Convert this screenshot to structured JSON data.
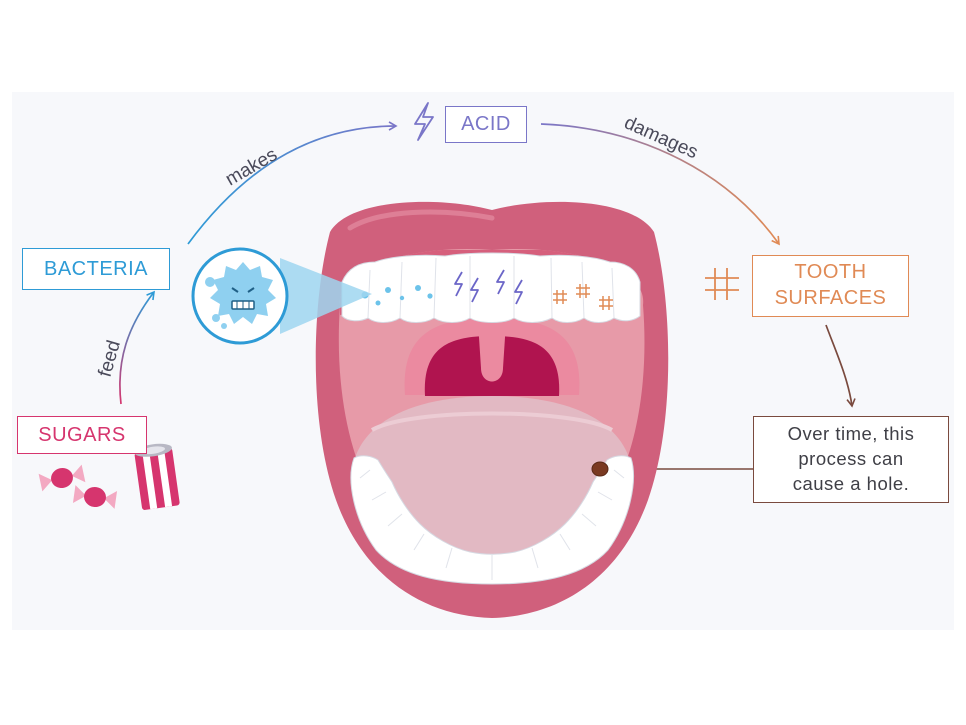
{
  "nodes": {
    "bacteria": "BACTERIA",
    "sugars": "SUGARS",
    "acid": "ACID",
    "tooth_surfaces": "TOOTH\nSURFACES",
    "hole_note": "Over time, this\nprocess can\ncause a hole."
  },
  "edges": {
    "feed": "feed",
    "makes": "makes",
    "damages": "damages"
  },
  "colors": {
    "bacteria": "#2e9bd6",
    "sugars": "#d6356e",
    "acid": "#7a76c8",
    "tooth": "#e08a55",
    "hole": "#7a4a3e",
    "lips": "#d0607c",
    "mouth_interior": "#e79aa8",
    "tongue": "#e2b9c3",
    "throat": "#b0144f"
  },
  "icons": [
    "lightning-bolt-icon",
    "hash-icon",
    "candy-icon",
    "bacteria-germ-icon",
    "cavity-icon"
  ]
}
